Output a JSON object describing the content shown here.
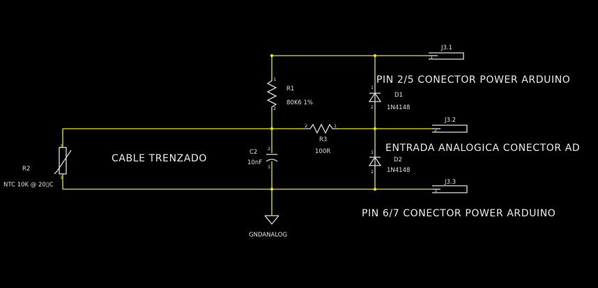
{
  "labels": {
    "pin25": "PIN 2/5 CONECTOR POWER ARDUINO",
    "entrada": "ENTRADA ANALOGICA CONECTOR AD",
    "pin67": "PIN 6/7 CONECTOR POWER ARDUINO",
    "cable": "CABLE TRENZADO"
  },
  "components": {
    "r1": {
      "ref": "R1",
      "value": "80K6 1%"
    },
    "r2": {
      "ref": "R2",
      "value": "NTC 10K @ 20▯C"
    },
    "r3": {
      "ref": "R3",
      "value": "100R"
    },
    "c2": {
      "ref": "C2",
      "value": "10nF"
    },
    "d1": {
      "ref": "D1",
      "value": "1N4148"
    },
    "d2": {
      "ref": "D2",
      "value": "1N4148"
    },
    "gnd": {
      "name": "GNDANALOG"
    }
  },
  "connectors": {
    "j31": "J3.1",
    "j32": "J3.2",
    "j33": "J3.3"
  },
  "pins": {
    "one": "1",
    "two": "2"
  }
}
